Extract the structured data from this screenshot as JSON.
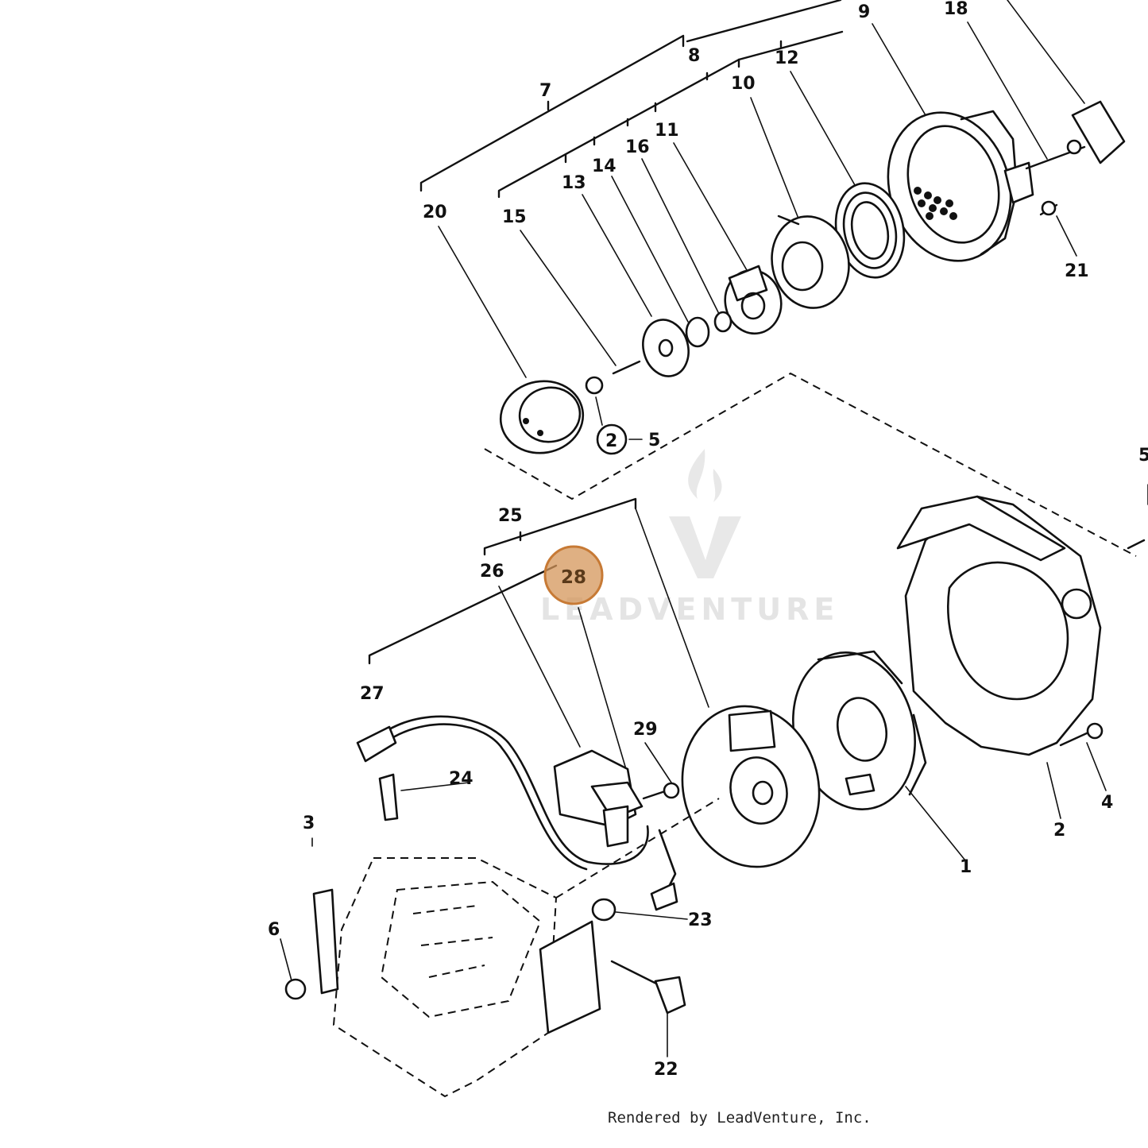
{
  "watermark": {
    "brand": "LEADVENTURE"
  },
  "highlight": {
    "label": "28",
    "color": "#d4955a",
    "stroke": "#c77a35"
  },
  "footer": {
    "text": "Rendered by LeadVenture, Inc."
  },
  "callouts": [
    "1",
    "2",
    "2",
    "3",
    "4",
    "5",
    "5",
    "6",
    "7",
    "8",
    "9",
    "10",
    "11",
    "12",
    "13",
    "14",
    "15",
    "16",
    "18",
    "20",
    "21",
    "22",
    "23",
    "24",
    "25",
    "26",
    "27",
    "29"
  ]
}
